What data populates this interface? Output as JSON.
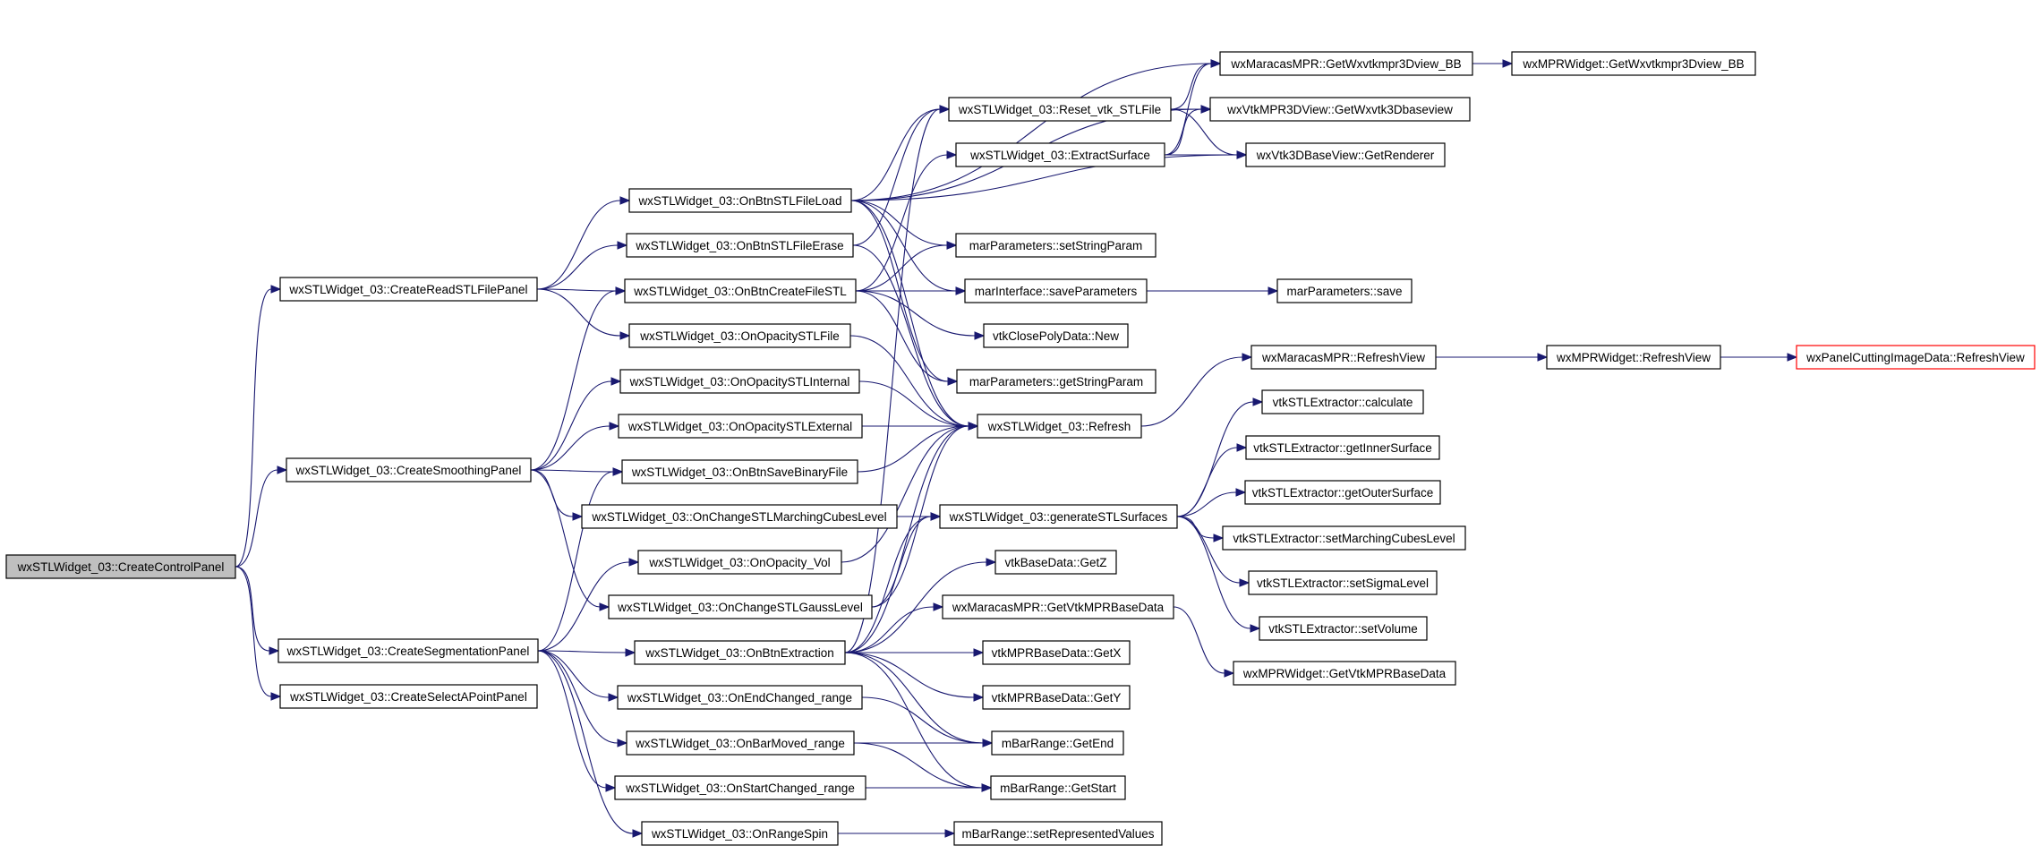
{
  "colors": {
    "edge": "#191970",
    "root_fill": "#bfbfbf",
    "node_border": "#000000",
    "truncated_border": "#ff0000"
  },
  "nodes": [
    {
      "id": "createControlPanel",
      "label": "wxSTLWidget_03::CreateControlPanel",
      "root": true
    },
    {
      "id": "createReadSTLFilePanel",
      "label": "wxSTLWidget_03::CreateReadSTLFilePanel"
    },
    {
      "id": "createSmoothingPanel",
      "label": "wxSTLWidget_03::CreateSmoothingPanel"
    },
    {
      "id": "createSegmentationPanel",
      "label": "wxSTLWidget_03::CreateSegmentationPanel"
    },
    {
      "id": "createSelectAPointPanel",
      "label": "wxSTLWidget_03::CreateSelectAPointPanel"
    },
    {
      "id": "onBtnSTLFileLoad",
      "label": "wxSTLWidget_03::OnBtnSTLFileLoad"
    },
    {
      "id": "onBtnSTLFileErase",
      "label": "wxSTLWidget_03::OnBtnSTLFileErase"
    },
    {
      "id": "onBtnCreateFileSTL",
      "label": "wxSTLWidget_03::OnBtnCreateFileSTL"
    },
    {
      "id": "onOpacitySTLFile",
      "label": "wxSTLWidget_03::OnOpacitySTLFile"
    },
    {
      "id": "onOpacitySTLInternal",
      "label": "wxSTLWidget_03::OnOpacitySTLInternal"
    },
    {
      "id": "onOpacitySTLExternal",
      "label": "wxSTLWidget_03::OnOpacitySTLExternal"
    },
    {
      "id": "onBtnSaveBinaryFile",
      "label": "wxSTLWidget_03::OnBtnSaveBinaryFile"
    },
    {
      "id": "onChangeSTLMarchingCubesLevel",
      "label": "wxSTLWidget_03::OnChangeSTLMarchingCubesLevel"
    },
    {
      "id": "onOpacityVol",
      "label": "wxSTLWidget_03::OnOpacity_Vol"
    },
    {
      "id": "onChangeSTLGaussLevel",
      "label": "wxSTLWidget_03::OnChangeSTLGaussLevel"
    },
    {
      "id": "onBtnExtraction",
      "label": "wxSTLWidget_03::OnBtnExtraction"
    },
    {
      "id": "onEndChangedRange",
      "label": "wxSTLWidget_03::OnEndChanged_range"
    },
    {
      "id": "onBarMovedRange",
      "label": "wxSTLWidget_03::OnBarMoved_range"
    },
    {
      "id": "onStartChangedRange",
      "label": "wxSTLWidget_03::OnStartChanged_range"
    },
    {
      "id": "onRangeSpin",
      "label": "wxSTLWidget_03::OnRangeSpin"
    },
    {
      "id": "resetVtkSTLFile",
      "label": "wxSTLWidget_03::Reset_vtk_STLFile"
    },
    {
      "id": "extractSurface",
      "label": "wxSTLWidget_03::ExtractSurface"
    },
    {
      "id": "setStringParam",
      "label": "marParameters::setStringParam"
    },
    {
      "id": "saveParameters",
      "label": "marInterface::saveParameters"
    },
    {
      "id": "vtkClosePolyDataNew",
      "label": "vtkClosePolyData::New"
    },
    {
      "id": "getStringParam",
      "label": "marParameters::getStringParam"
    },
    {
      "id": "refresh",
      "label": "wxSTLWidget_03::Refresh"
    },
    {
      "id": "generateSTLSurfaces",
      "label": "wxSTLWidget_03::generateSTLSurfaces"
    },
    {
      "id": "vtkBaseDataGetZ",
      "label": "vtkBaseData::GetZ"
    },
    {
      "id": "getVtkMPRBaseData",
      "label": "wxMaracasMPR::GetVtkMPRBaseData"
    },
    {
      "id": "vtkMPRBaseDataGetX",
      "label": "vtkMPRBaseData::GetX"
    },
    {
      "id": "vtkMPRBaseDataGetY",
      "label": "vtkMPRBaseData::GetY"
    },
    {
      "id": "mBarRangeGetEnd",
      "label": "mBarRange::GetEnd"
    },
    {
      "id": "mBarRangeGetStart",
      "label": "mBarRange::GetStart"
    },
    {
      "id": "setRepresentedValues",
      "label": "mBarRange::setRepresentedValues"
    },
    {
      "id": "mprGetWxvtkmpr3DviewBB",
      "label": "wxMaracasMPR::GetWxvtkmpr3Dview_BB"
    },
    {
      "id": "getWxvtk3Dbaseview",
      "label": "wxVtkMPR3DView::GetWxvtk3Dbaseview"
    },
    {
      "id": "getRenderer",
      "label": "wxVtk3DBaseView::GetRenderer"
    },
    {
      "id": "marParametersSave",
      "label": "marParameters::save"
    },
    {
      "id": "mprRefreshView",
      "label": "wxMaracasMPR::RefreshView"
    },
    {
      "id": "calculate",
      "label": "vtkSTLExtractor::calculate"
    },
    {
      "id": "getInnerSurface",
      "label": "vtkSTLExtractor::getInnerSurface"
    },
    {
      "id": "getOuterSurface",
      "label": "vtkSTLExtractor::getOuterSurface"
    },
    {
      "id": "setMarchingCubesLevel",
      "label": "vtkSTLExtractor::setMarchingCubesLevel"
    },
    {
      "id": "setSigmaLevel",
      "label": "vtkSTLExtractor::setSigmaLevel"
    },
    {
      "id": "setVolume",
      "label": "vtkSTLExtractor::setVolume"
    },
    {
      "id": "widgetGetWxvtkmpr3DviewBB",
      "label": "wxMPRWidget::GetWxvtkmpr3Dview_BB"
    },
    {
      "id": "widgetGetVtkMPRBaseData",
      "label": "wxMPRWidget::GetVtkMPRBaseData"
    },
    {
      "id": "widgetRefreshView",
      "label": "wxMPRWidget::RefreshView"
    },
    {
      "id": "panelCuttingRefreshView",
      "label": "wxPanelCuttingImageData::RefreshView",
      "truncated": true
    }
  ],
  "edges": [
    [
      "createControlPanel",
      "createReadSTLFilePanel"
    ],
    [
      "createControlPanel",
      "createSmoothingPanel"
    ],
    [
      "createControlPanel",
      "createSegmentationPanel"
    ],
    [
      "createControlPanel",
      "createSelectAPointPanel"
    ],
    [
      "createReadSTLFilePanel",
      "onBtnSTLFileLoad"
    ],
    [
      "createReadSTLFilePanel",
      "onBtnSTLFileErase"
    ],
    [
      "createReadSTLFilePanel",
      "onBtnCreateFileSTL"
    ],
    [
      "createReadSTLFilePanel",
      "onOpacitySTLFile"
    ],
    [
      "createSmoothingPanel",
      "onOpacitySTLInternal"
    ],
    [
      "createSmoothingPanel",
      "onOpacitySTLExternal"
    ],
    [
      "createSmoothingPanel",
      "onBtnSaveBinaryFile"
    ],
    [
      "createSmoothingPanel",
      "onChangeSTLMarchingCubesLevel"
    ],
    [
      "createSmoothingPanel",
      "onChangeSTLGaussLevel"
    ],
    [
      "createSmoothingPanel",
      "onBtnCreateFileSTL"
    ],
    [
      "createSegmentationPanel",
      "onOpacityVol"
    ],
    [
      "createSegmentationPanel",
      "onBtnExtraction"
    ],
    [
      "createSegmentationPanel",
      "onEndChangedRange"
    ],
    [
      "createSegmentationPanel",
      "onBarMovedRange"
    ],
    [
      "createSegmentationPanel",
      "onStartChangedRange"
    ],
    [
      "createSegmentationPanel",
      "onRangeSpin"
    ],
    [
      "createSegmentationPanel",
      "onBtnSaveBinaryFile"
    ],
    [
      "onBtnSTLFileLoad",
      "mprGetWxvtkmpr3DviewBB"
    ],
    [
      "onBtnSTLFileLoad",
      "getWxvtk3Dbaseview"
    ],
    [
      "onBtnSTLFileLoad",
      "getRenderer"
    ],
    [
      "onBtnSTLFileLoad",
      "resetVtkSTLFile"
    ],
    [
      "onBtnSTLFileLoad",
      "setStringParam"
    ],
    [
      "onBtnSTLFileLoad",
      "saveParameters"
    ],
    [
      "onBtnSTLFileLoad",
      "getStringParam"
    ],
    [
      "onBtnSTLFileLoad",
      "refresh"
    ],
    [
      "onBtnSTLFileErase",
      "resetVtkSTLFile"
    ],
    [
      "onBtnSTLFileErase",
      "refresh"
    ],
    [
      "onBtnCreateFileSTL",
      "extractSurface"
    ],
    [
      "onBtnCreateFileSTL",
      "setStringParam"
    ],
    [
      "onBtnCreateFileSTL",
      "saveParameters"
    ],
    [
      "onBtnCreateFileSTL",
      "vtkClosePolyDataNew"
    ],
    [
      "onBtnCreateFileSTL",
      "getStringParam"
    ],
    [
      "onOpacitySTLFile",
      "refresh"
    ],
    [
      "onOpacitySTLInternal",
      "refresh"
    ],
    [
      "onOpacitySTLExternal",
      "refresh"
    ],
    [
      "onBtnSaveBinaryFile",
      "refresh"
    ],
    [
      "onChangeSTLMarchingCubesLevel",
      "generateSTLSurfaces"
    ],
    [
      "onOpacityVol",
      "refresh"
    ],
    [
      "onChangeSTLGaussLevel",
      "generateSTLSurfaces"
    ],
    [
      "onChangeSTLGaussLevel",
      "refresh"
    ],
    [
      "onBtnExtraction",
      "resetVtkSTLFile"
    ],
    [
      "onBtnExtraction",
      "generateSTLSurfaces"
    ],
    [
      "onBtnExtraction",
      "vtkBaseDataGetZ"
    ],
    [
      "onBtnExtraction",
      "getVtkMPRBaseData"
    ],
    [
      "onBtnExtraction",
      "vtkMPRBaseDataGetX"
    ],
    [
      "onBtnExtraction",
      "vtkMPRBaseDataGetY"
    ],
    [
      "onBtnExtraction",
      "mBarRangeGetEnd"
    ],
    [
      "onBtnExtraction",
      "mBarRangeGetStart"
    ],
    [
      "onBtnExtraction",
      "refresh"
    ],
    [
      "onEndChangedRange",
      "mBarRangeGetEnd"
    ],
    [
      "onBarMovedRange",
      "mBarRangeGetEnd"
    ],
    [
      "onBarMovedRange",
      "mBarRangeGetStart"
    ],
    [
      "onStartChangedRange",
      "mBarRangeGetStart"
    ],
    [
      "onRangeSpin",
      "setRepresentedValues"
    ],
    [
      "resetVtkSTLFile",
      "mprGetWxvtkmpr3DviewBB"
    ],
    [
      "resetVtkSTLFile",
      "getWxvtk3Dbaseview"
    ],
    [
      "resetVtkSTLFile",
      "getRenderer"
    ],
    [
      "extractSurface",
      "mprGetWxvtkmpr3DviewBB"
    ],
    [
      "extractSurface",
      "getWxvtk3Dbaseview"
    ],
    [
      "extractSurface",
      "getRenderer"
    ],
    [
      "saveParameters",
      "marParametersSave"
    ],
    [
      "refresh",
      "mprRefreshView"
    ],
    [
      "generateSTLSurfaces",
      "calculate"
    ],
    [
      "generateSTLSurfaces",
      "getInnerSurface"
    ],
    [
      "generateSTLSurfaces",
      "getOuterSurface"
    ],
    [
      "generateSTLSurfaces",
      "setMarchingCubesLevel"
    ],
    [
      "generateSTLSurfaces",
      "setSigmaLevel"
    ],
    [
      "generateSTLSurfaces",
      "setVolume"
    ],
    [
      "getVtkMPRBaseData",
      "widgetGetVtkMPRBaseData"
    ],
    [
      "mprGetWxvtkmpr3DviewBB",
      "widgetGetWxvtkmpr3DviewBB"
    ],
    [
      "mprRefreshView",
      "widgetRefreshView"
    ],
    [
      "widgetRefreshView",
      "panelCuttingRefreshView"
    ]
  ]
}
